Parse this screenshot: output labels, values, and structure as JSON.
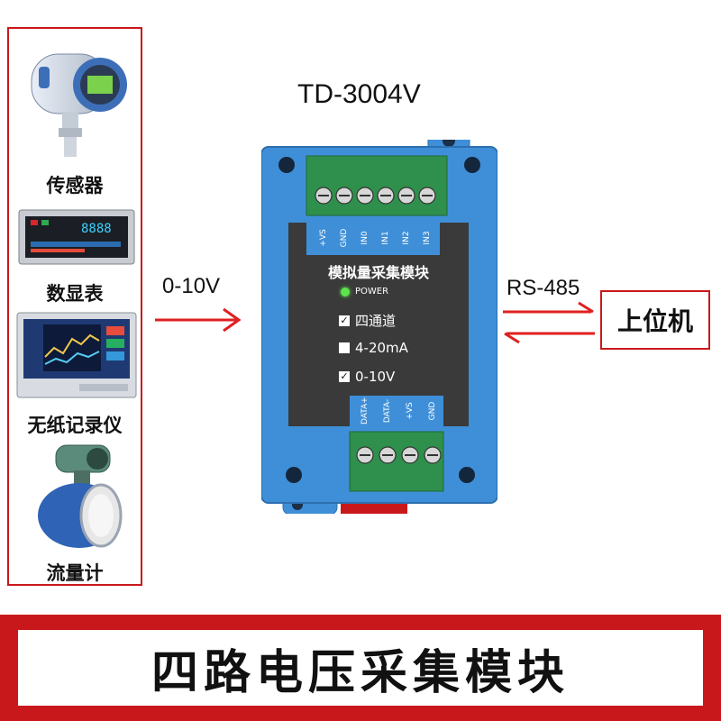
{
  "model_title": "TD-3004V",
  "devices": [
    {
      "icon": "pressure-sensor-icon",
      "label": "传感器"
    },
    {
      "icon": "digital-display-meter-icon",
      "label": "数显表"
    },
    {
      "icon": "paperless-recorder-icon",
      "label": "无纸记录仪"
    },
    {
      "icon": "flow-meter-icon",
      "label": "流量计"
    }
  ],
  "input_signal": "0-10V",
  "output_protocol": "RS-485",
  "host": "上位机",
  "module": {
    "top_terminals": [
      "+VS",
      "GND",
      "IN0",
      "IN1",
      "IN2",
      "IN3"
    ],
    "panel_title": "模拟量采集模块",
    "power_label": "POWER",
    "options": [
      {
        "label": "四通道",
        "checked": true
      },
      {
        "label": "4-20mA",
        "checked": false
      },
      {
        "label": "0-10V",
        "checked": true
      }
    ],
    "bottom_terminals": [
      "DATA+",
      "DATA-",
      "+VS",
      "GND"
    ]
  },
  "banner": "四路电压采集模块",
  "colors": {
    "accent_red": "#c9181b",
    "module_blue": "#3f8fd8",
    "panel_dark": "#3a3a3a",
    "terminal_green": "#2f8f4c"
  }
}
